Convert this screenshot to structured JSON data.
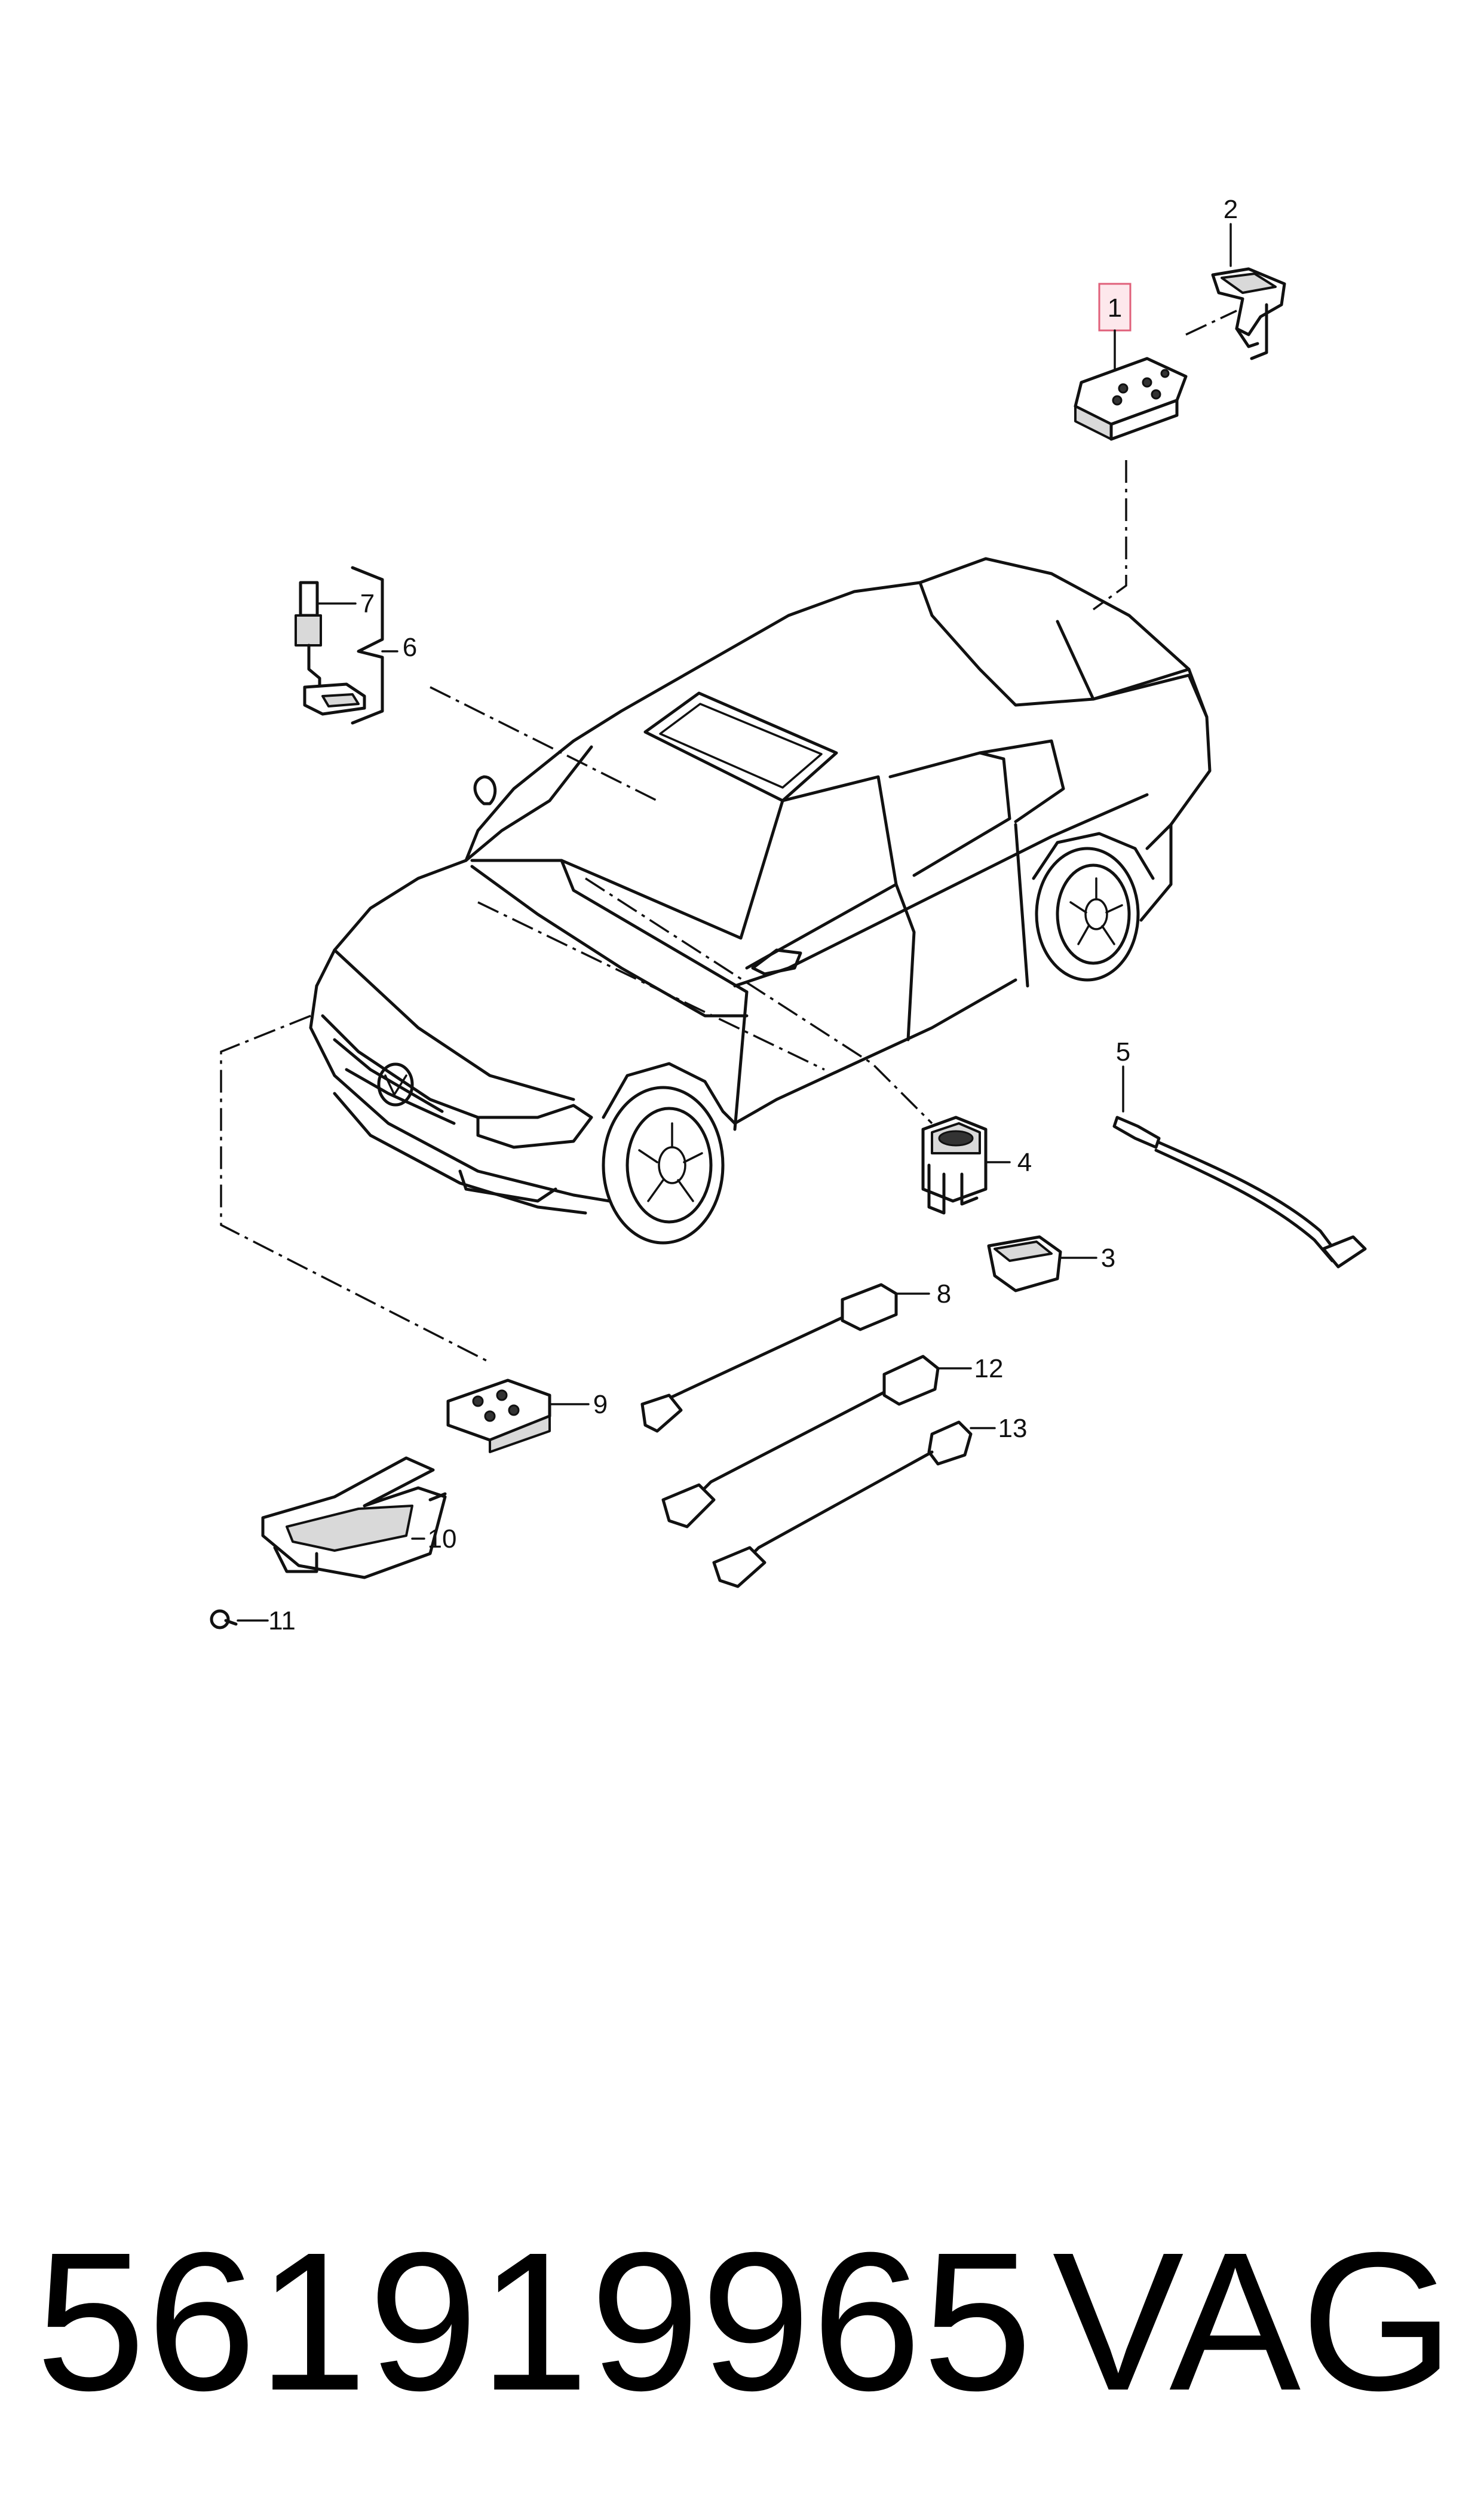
{
  "callouts": {
    "c1": "1",
    "c2": "2",
    "c3": "3",
    "c4": "4",
    "c5": "5",
    "c6": "6",
    "c7": "7",
    "c8": "8",
    "c9": "9",
    "c10": "10",
    "c11": "11",
    "c12": "12",
    "c13": "13"
  },
  "highlight_color": "#e0607a",
  "footer": {
    "part_number": "561919965",
    "brand": "VAG"
  }
}
